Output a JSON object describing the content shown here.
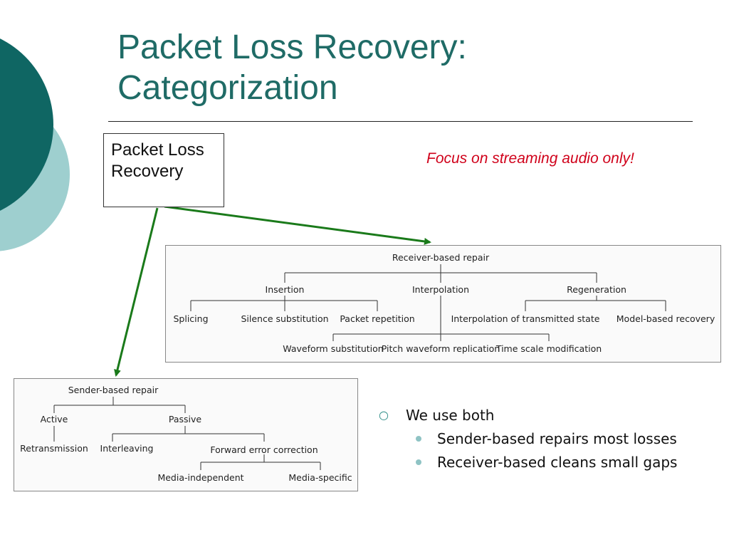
{
  "slide": {
    "title_line1": "Packet Loss Recovery:",
    "title_line2": "Categorization",
    "root_box": {
      "line1": "Packet Loss",
      "line2": "Recovery"
    },
    "focus_note": "Focus on streaming audio only!",
    "colors": {
      "title": "#1f6b66",
      "dark_circle": "#0f6663",
      "light_circle": "#9ecfcf",
      "arrow": "#1a7a1a",
      "focus_note": "#d0021b",
      "sub_bullet": "#8fc3c4"
    }
  },
  "receiver_tree": {
    "root": "Receiver-based repair",
    "level1": [
      "Insertion",
      "Interpolation",
      "Regeneration"
    ],
    "insertion_children": [
      "Splicing",
      "Silence substitution",
      "Packet repetition"
    ],
    "regeneration_children": [
      "Interpolation of transmitted state",
      "Model-based recovery"
    ],
    "interpolation_children": [
      "Waveform substitution",
      "Pitch waveform replication",
      "Time scale modification"
    ]
  },
  "sender_tree": {
    "root": "Sender-based repair",
    "level1": [
      "Active",
      "Passive"
    ],
    "active_children": [
      "Retransmission"
    ],
    "passive_children": [
      "Interleaving",
      "Forward error correction"
    ],
    "fec_children": [
      "Media-independent",
      "Media-specific"
    ]
  },
  "bullets": {
    "main": "We use both",
    "subs": [
      "Sender-based repairs most losses",
      "Receiver-based cleans small gaps"
    ]
  }
}
